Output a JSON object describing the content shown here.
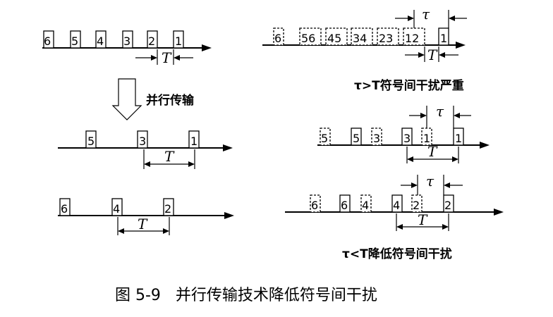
{
  "pulse_labels": {
    "top_left": [
      "6",
      "5",
      "4",
      "3",
      "2",
      "1"
    ],
    "top_right": [
      "6",
      "56",
      "45",
      "34",
      "23",
      "12",
      "1"
    ],
    "mid_left": [
      "5",
      "3",
      "1"
    ],
    "bottom_left": [
      "6",
      "4",
      "2"
    ],
    "mid_right": [
      "5",
      "5",
      "3",
      "3",
      "1",
      "1"
    ],
    "bottom_right": [
      "6",
      "6",
      "4",
      "4",
      "2",
      "2"
    ]
  },
  "symbols": {
    "T": "T",
    "tau": "τ"
  },
  "labels": {
    "parallel_transmission": "并行传输",
    "severe_isi": "τ>T符号间干扰严重",
    "reduced_isi": "τ<T降低符号间干扰",
    "caption": "图 5-9   并行传输技术降低符号间干扰"
  }
}
